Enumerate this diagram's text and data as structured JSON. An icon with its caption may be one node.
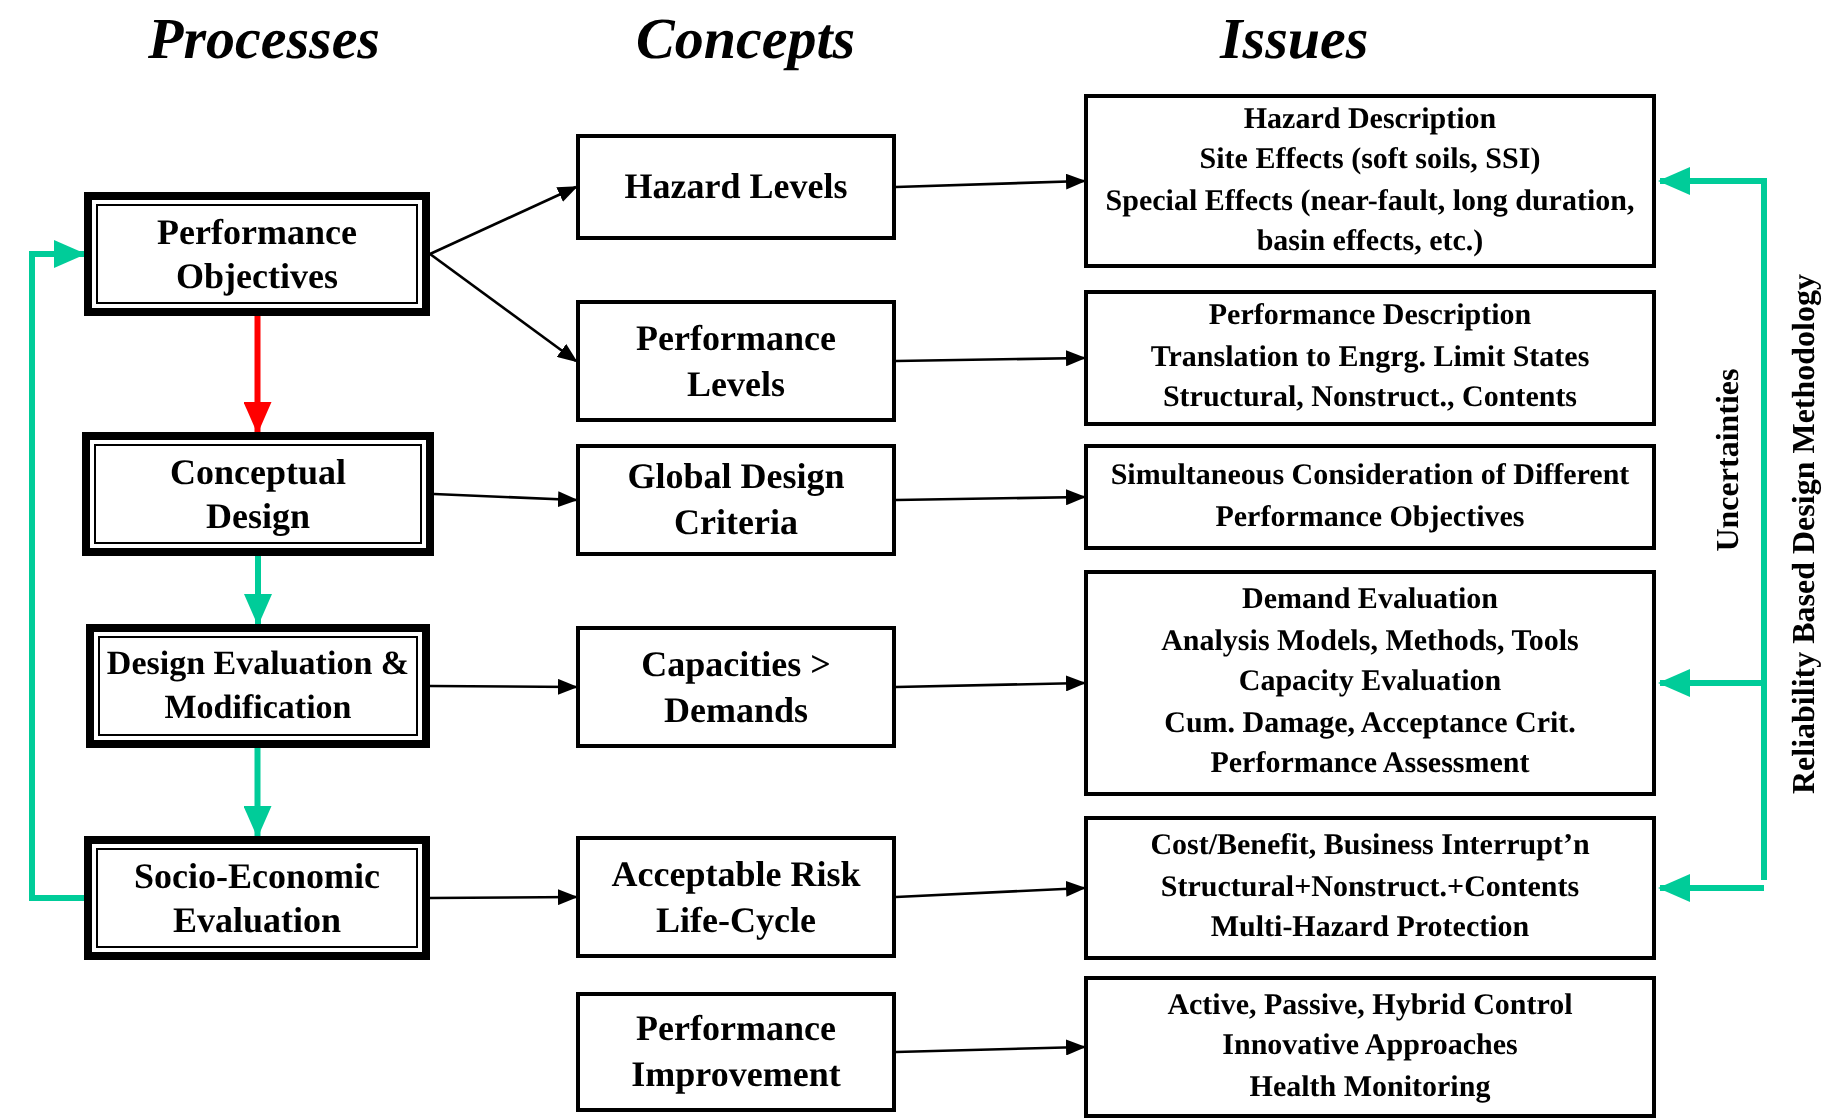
{
  "diagram": {
    "nodes": [
      {
        "text": [
          "Performance Objectives"
        ]
      },
      {
        "text": [
          "Conceptual Design"
        ]
      },
      {
        "text": [
          "Design Evaluation & Modification"
        ]
      },
      {
        "text": [
          "Socio-Economic Evaluation"
        ]
      },
      {
        "text": [
          "Hazard Levels"
        ]
      },
      {
        "text": [
          "Performance Levels"
        ]
      },
      {
        "text": [
          "Global Design Criteria"
        ]
      },
      {
        "text": [
          "Capacities > Demands"
        ]
      },
      {
        "text": [
          "Acceptable Risk Life-Cycle"
        ]
      },
      {
        "text": [
          "Performance Improvement"
        ]
      },
      {
        "text": [
          "Hazard Description",
          "Site Effects (soft soils, SSI)",
          "Special Effects (near-fault, long duration, basin effects, etc.)"
        ]
      },
      {
        "text": [
          "Performance Description",
          "Translation to Engrg. Limit States",
          "Structural, Nonstruct., Contents"
        ]
      },
      {
        "text": [
          "Simultaneous Consideration of Different Performance Objectives"
        ]
      },
      {
        "text": [
          "Demand Evaluation",
          "Analysis Models, Methods, Tools",
          "Capacity Evaluation",
          "Cum. Damage, Acceptance Crit.",
          "Performance Assessment"
        ]
      },
      {
        "text": [
          "Cost/Benefit, Business Interrupt’n",
          "Structural+Nonstruct.+Contents",
          "Multi-Hazard Protection"
        ]
      },
      {
        "text": [
          "Active, Passive, Hybrid Control",
          "Innovative Approaches",
          "Health Monitoring"
        ]
      }
    ],
    "edges": [
      {
        "from": 0,
        "to": 4,
        "arrow": "to"
      },
      {
        "from": 0,
        "to": 5,
        "arrow": "to"
      },
      {
        "from": 0,
        "to": 1,
        "arrow": "to",
        "style": "thick",
        "color": "#ff0000"
      },
      {
        "from": 1,
        "to": 2,
        "arrow": "to",
        "style": "thick",
        "color": "#00cc99"
      },
      {
        "from": 2,
        "to": 3,
        "arrow": "to",
        "style": "thick",
        "color": "#00cc99"
      },
      {
        "from": 3,
        "to": 0,
        "arrow": "to",
        "style": "thick",
        "color": "#00cc99"
      },
      {
        "from": 1,
        "to": 6,
        "arrow": "to"
      },
      {
        "from": 2,
        "to": 7,
        "arrow": "to"
      },
      {
        "from": 3,
        "to": 8,
        "arrow": "to"
      },
      {
        "from": 4,
        "to": 10,
        "arrow": "to"
      },
      {
        "from": 5,
        "to": 11,
        "arrow": "to"
      },
      {
        "from": 6,
        "to": 12,
        "arrow": "to"
      },
      {
        "from": 7,
        "to": 13,
        "arrow": "to"
      },
      {
        "from": 8,
        "to": 14,
        "arrow": "to"
      },
      {
        "from": 9,
        "to": 15,
        "arrow": "to"
      },
      {
        "from": null,
        "to": 10,
        "arrow": "to",
        "style": "thick",
        "color": "#00cc99"
      },
      {
        "from": null,
        "to": 13,
        "arrow": "to",
        "style": "thick",
        "color": "#00cc99"
      },
      {
        "from": null,
        "to": 14,
        "arrow": "to",
        "style": "thick",
        "color": "#00cc99"
      }
    ],
    "labels": [
      "Processes",
      "Concepts",
      "Issues",
      "Uncertainties",
      "Reliability Based Design Methodology"
    ]
  }
}
